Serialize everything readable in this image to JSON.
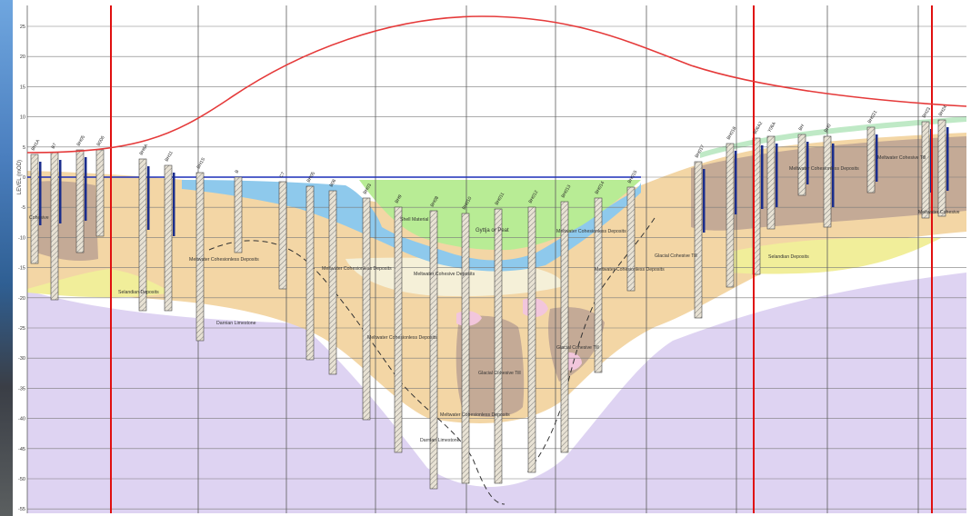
{
  "diagram": {
    "y_axis_label": "LEVEL (mOD)",
    "y_ticks": [
      25,
      20,
      15,
      10,
      5,
      0,
      -5,
      -10,
      -15,
      -20,
      -25,
      -30,
      -35,
      -40,
      -45,
      -50,
      -55
    ],
    "y_range": [
      -55,
      27
    ],
    "colors": {
      "background": "#ffffff",
      "grid": "#5c5c5c",
      "sea_level_line": "#1c2fb8",
      "ground_curve": "#e53a3a",
      "red_marker_lines": "#e01010",
      "limestone": "#ded3f2",
      "cohesive_deposits": "#f3d6a5",
      "selandian_deposits": "#f1ee9a",
      "gyttja_peat": "#b8ec95",
      "cohesive_till": "#c4aa96",
      "cohesive_deposits_light": "#f5f0d8",
      "blue_layer": "#8ec9ec",
      "pink_lens": "#f2c6dc"
    },
    "units": [
      {
        "key": "darnian_limestone_1",
        "text": "Darnian Limestone"
      },
      {
        "key": "darnian_limestone_2",
        "text": "Darnian Limestone"
      },
      {
        "key": "selandian_deposits_1",
        "text": "Selandian Deposits"
      },
      {
        "key": "selandian_deposits_2",
        "text": "Selandian Deposits"
      },
      {
        "key": "gyttja_or_peat",
        "text": "Gyttja or Peat"
      },
      {
        "key": "shell_material",
        "text": "Shell Material"
      },
      {
        "key": "meltwater_cohesive_1",
        "text": "Meltwater Cohesionless Deposits"
      },
      {
        "key": "meltwater_cohesive_2",
        "text": "Meltwater Cohesionless Deposits"
      },
      {
        "key": "meltwater_cohesive_3",
        "text": "Meltwater Cohesive Deposits"
      },
      {
        "key": "meltwater_cohesionless_4",
        "text": "Meltwater Cohesionless Deposits"
      },
      {
        "key": "meltwater_cohesionless_5",
        "text": "Meltwater Cohesionless Deposits"
      },
      {
        "key": "meltwater_cohesionless_6",
        "text": "Meltwater Cohesionless Deposits"
      },
      {
        "key": "meltwater_cohesionless_7",
        "text": "Meltwater Cohesionless Deposits"
      },
      {
        "key": "meltwater_cohesionless_8",
        "text": "Meltwater Cohesionless Deposits"
      },
      {
        "key": "glacial_till_1",
        "text": "Glacial Cohesive Till"
      },
      {
        "key": "glacial_till_2",
        "text": "Glacial Cohesive Till"
      },
      {
        "key": "glacial_till_3",
        "text": "Glacial Cohesive Till"
      },
      {
        "key": "meltwater_cohesive_right",
        "text": "Meltwater Cohesive Till"
      },
      {
        "key": "meltwater_right_2",
        "text": "Meltwater Cohesive"
      },
      {
        "key": "cohesive_left",
        "text": "Cohesive"
      }
    ],
    "boreholes": [
      {
        "id": "BH1A"
      },
      {
        "id": "B7"
      },
      {
        "id": "BH05"
      },
      {
        "id": "B006"
      },
      {
        "id": "BH6A"
      },
      {
        "id": "BH11"
      },
      {
        "id": "BH1S"
      },
      {
        "id": "B"
      },
      {
        "id": "C7"
      },
      {
        "id": "BH05"
      },
      {
        "id": "B06"
      },
      {
        "id": "BH03"
      },
      {
        "id": "BH9"
      },
      {
        "id": "BH08"
      },
      {
        "id": "BH010"
      },
      {
        "id": "BH011"
      },
      {
        "id": "BH012"
      },
      {
        "id": "BH013"
      },
      {
        "id": "BH014"
      },
      {
        "id": "BH015"
      },
      {
        "id": "BH017"
      },
      {
        "id": "BH018"
      },
      {
        "id": "B06A2"
      },
      {
        "id": "Y06A"
      },
      {
        "id": "BH"
      },
      {
        "id": "BH0"
      },
      {
        "id": "BH021"
      },
      {
        "id": "BH23"
      },
      {
        "id": "BH24"
      }
    ]
  }
}
